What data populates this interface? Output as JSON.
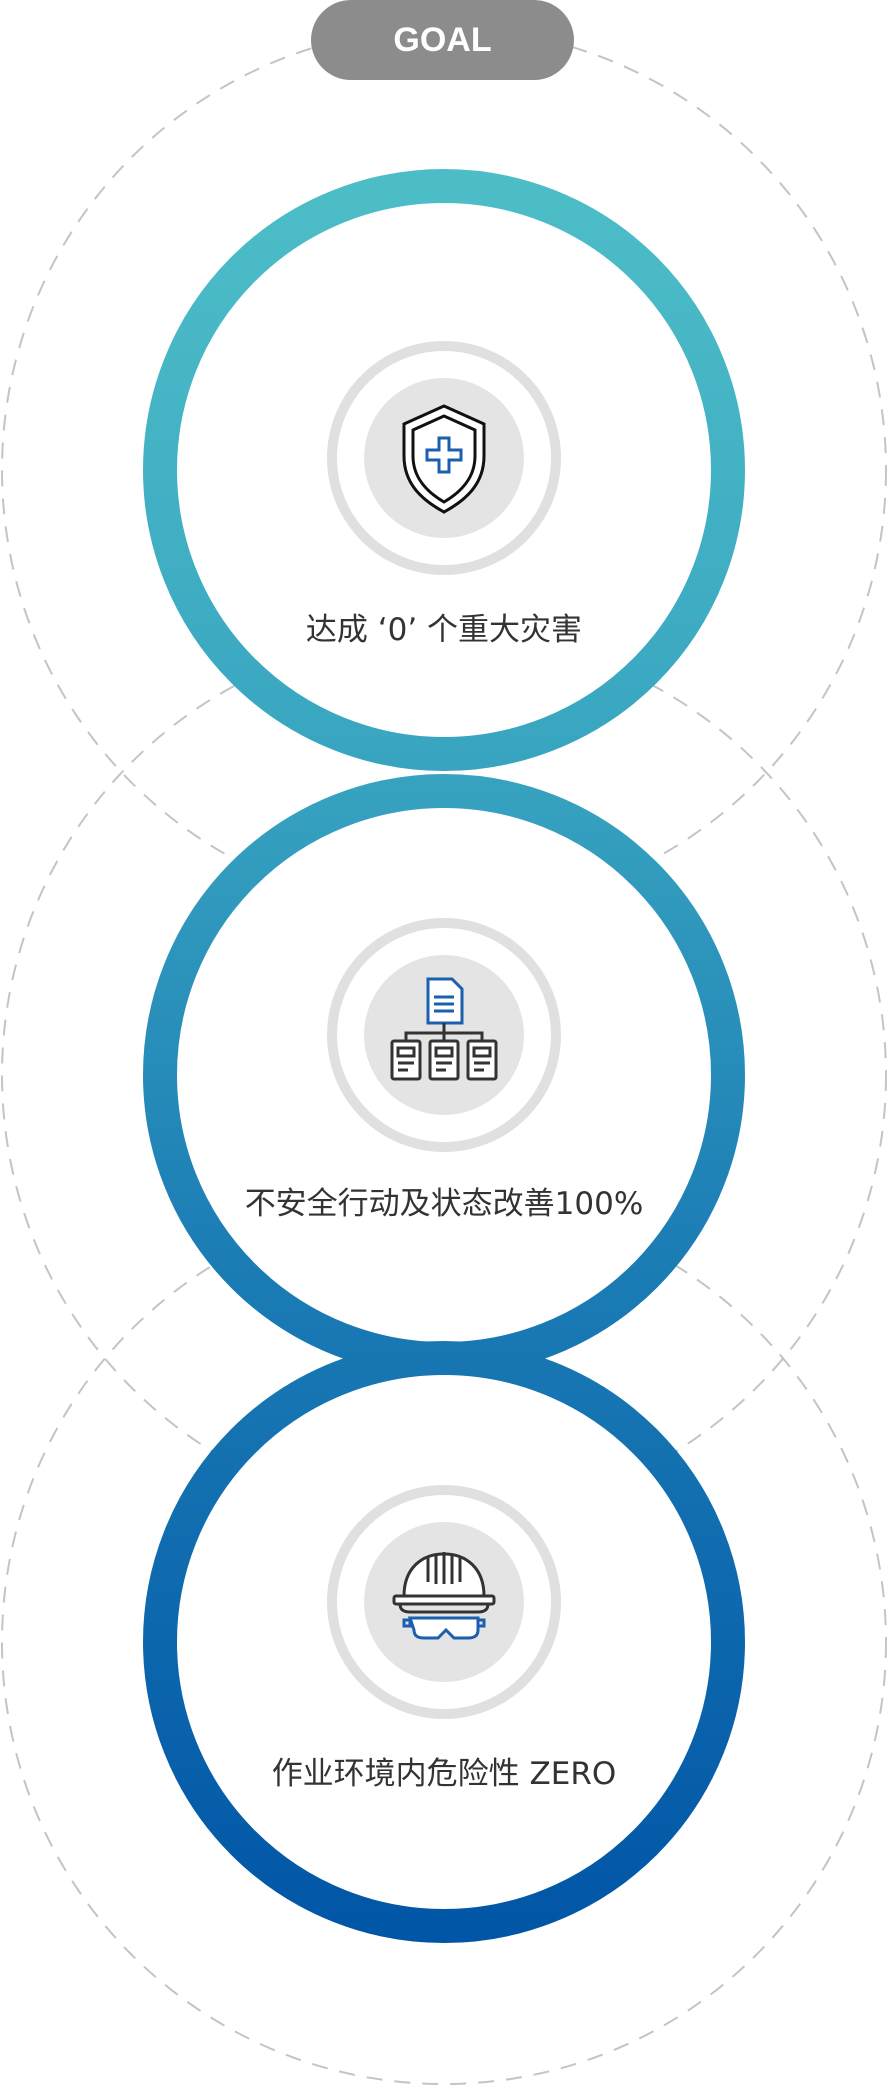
{
  "header": {
    "badge": "GOAL"
  },
  "goals": [
    {
      "label": "达成 ‘0’ 个重大灾害",
      "icon": "shield-cross-icon"
    },
    {
      "label": "不安全行动及状态改善100%",
      "icon": "document-hierarchy-icon"
    },
    {
      "label": "作业环境内危险性 ZERO",
      "icon": "hardhat-goggles-icon"
    }
  ],
  "colors": {
    "gradient_top": "#4cbdc7",
    "gradient_bottom": "#0055a6",
    "badge": "#8c8c8c",
    "icon_accent": "#1a5fb0"
  }
}
